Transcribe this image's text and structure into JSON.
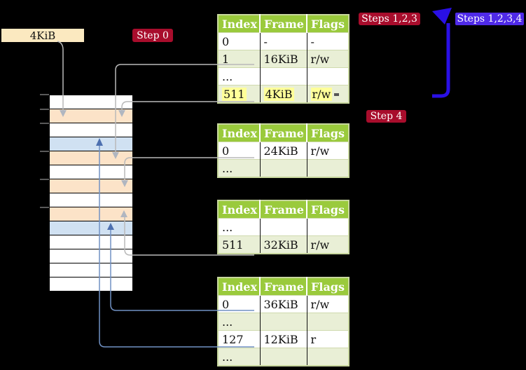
{
  "labels": {
    "page_size": "4KiB",
    "step0": "Step 0",
    "steps123": "Steps 1,2,3",
    "steps1234": "Steps 1,2,3,4",
    "step4": "Step 4"
  },
  "colors": {
    "header_green": "#9aca3c",
    "row_green": "#e9efd6",
    "badge_red": "#a80d2c",
    "badge_purple": "#4f2ae8",
    "memory_orange": "#fce3c8",
    "memory_blue": "#d0e1f2",
    "label_wheat": "#fbe9c0",
    "highlight_yellow": "#ffff99",
    "thick_arrow_blue": "#2a10e6",
    "connector_gray": "#b9b9b9",
    "connector_blue": "#7191c4"
  },
  "tables": [
    {
      "headers": [
        "Index",
        "Frame",
        "Flags"
      ],
      "rows": [
        {
          "index": "0",
          "frame": "-",
          "flags": "-"
        },
        {
          "index": "1",
          "frame": "16KiB",
          "flags": "r/w"
        },
        {
          "index": "...",
          "frame": "",
          "flags": ""
        },
        {
          "index": "511",
          "frame": "4KiB",
          "flags": "r/w"
        }
      ]
    },
    {
      "headers": [
        "Index",
        "Frame",
        "Flags"
      ],
      "rows": [
        {
          "index": "0",
          "frame": "24KiB",
          "flags": "r/w"
        },
        {
          "index": "...",
          "frame": "",
          "flags": ""
        }
      ]
    },
    {
      "headers": [
        "Index",
        "Frame",
        "Flags"
      ],
      "rows": [
        {
          "index": "...",
          "frame": "",
          "flags": ""
        },
        {
          "index": "511",
          "frame": "32KiB",
          "flags": "r/w"
        }
      ]
    },
    {
      "headers": [
        "Index",
        "Frame",
        "Flags"
      ],
      "rows": [
        {
          "index": "0",
          "frame": "36KiB",
          "flags": "r/w"
        },
        {
          "index": "...",
          "frame": "",
          "flags": ""
        },
        {
          "index": "127",
          "frame": "12KiB",
          "flags": "r"
        },
        {
          "index": "...",
          "frame": "",
          "flags": ""
        }
      ]
    }
  ],
  "memory": {
    "rows": [
      "white",
      "orange",
      "white",
      "blue",
      "orange",
      "white",
      "orange",
      "white",
      "orange",
      "blue",
      "white",
      "white",
      "white",
      "white"
    ]
  }
}
